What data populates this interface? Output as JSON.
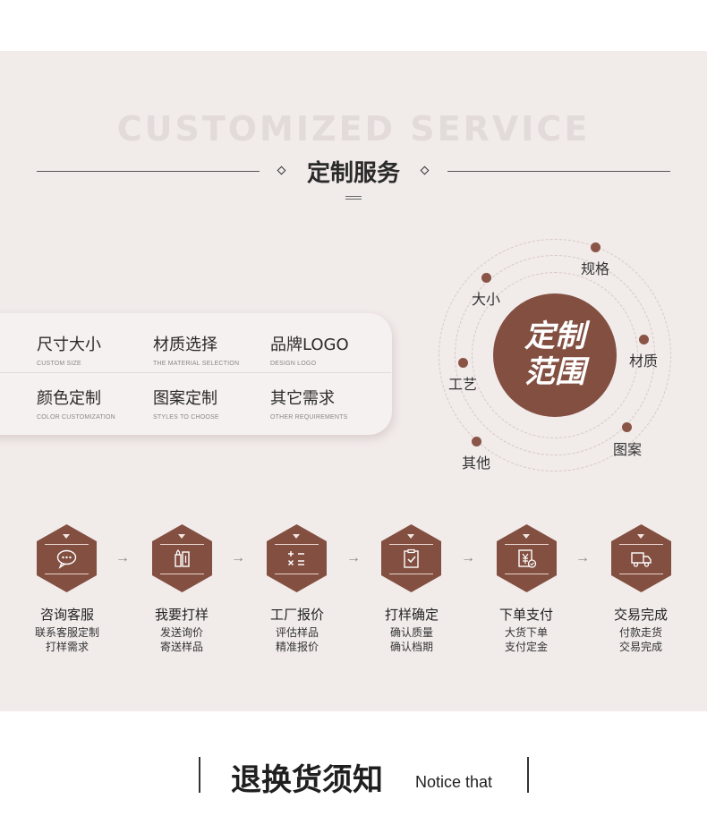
{
  "header": {
    "watermark": "CUSTOMIZED SERVICE",
    "title": "定制服务"
  },
  "scope": {
    "items": [
      {
        "cn": "尺寸大小",
        "en": "CUSTOM SIZE"
      },
      {
        "cn": "材质选择",
        "en": "THE MATERIAL SELECTION"
      },
      {
        "cn": "品牌LOGO",
        "en": "DESIGN LOGO"
      },
      {
        "cn": "颜色定制",
        "en": "COLOR CUSTOMIZATION"
      },
      {
        "cn": "图案定制",
        "en": "STYLES TO CHOOSE"
      },
      {
        "cn": "其它需求",
        "en": "OTHER REQUIREMENTS"
      }
    ]
  },
  "range": {
    "center_line1": "定制",
    "center_line2": "范围",
    "labels": [
      "规格",
      "大小",
      "材质",
      "工艺",
      "图案",
      "其他"
    ],
    "accent_color": "#824f41"
  },
  "process": {
    "steps": [
      {
        "title": "咨询客服",
        "line1": "联系客服定制",
        "line2": "打样需求",
        "icon": "chat-icon"
      },
      {
        "title": "我要打样",
        "line1": "发送询价",
        "line2": "寄送样品",
        "icon": "sample-icon"
      },
      {
        "title": "工厂报价",
        "line1": "评估样品",
        "line2": "精准报价",
        "icon": "calculator-icon"
      },
      {
        "title": "打样确定",
        "line1": "确认质量",
        "line2": "确认档期",
        "icon": "clipboard-check-icon"
      },
      {
        "title": "下单支付",
        "line1": "大货下单",
        "line2": "支付定金",
        "icon": "payment-icon"
      },
      {
        "title": "交易完成",
        "line1": "付款走货",
        "line2": "交易完成",
        "icon": "truck-icon"
      }
    ],
    "arrow": "→"
  },
  "notice": {
    "title": "退换货须知",
    "en": "Notice that"
  }
}
